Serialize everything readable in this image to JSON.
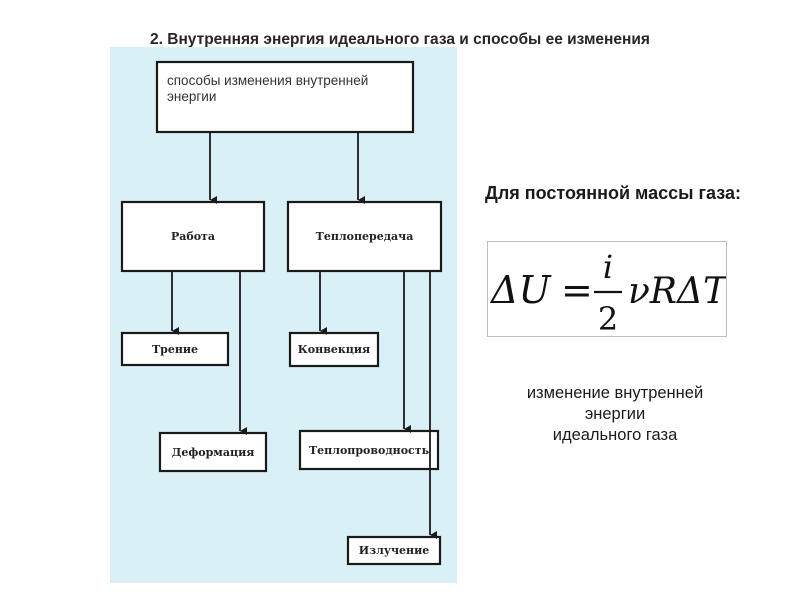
{
  "slide": {
    "title": "2. Внутренняя энергия идеального газа и способы ее изменения"
  },
  "diagram": {
    "root": "способы изменения внутренней энергии",
    "work": "Работа",
    "heat_transfer": "Теплопередача",
    "friction": "Трение",
    "deformation": "Деформация",
    "convection": "Конвекция",
    "conduction": "Теплопроводность",
    "radiation": "Излучение"
  },
  "right": {
    "mass_label": "Для постоянной массы газа:",
    "formula": {
      "lhs": "ΔU",
      "eq": "=",
      "numerator": "i",
      "denominator": "2",
      "rhs": "νRΔT"
    },
    "caption_lines": [
      "изменение внутренней",
      "энергии",
      "идеального газа"
    ]
  }
}
